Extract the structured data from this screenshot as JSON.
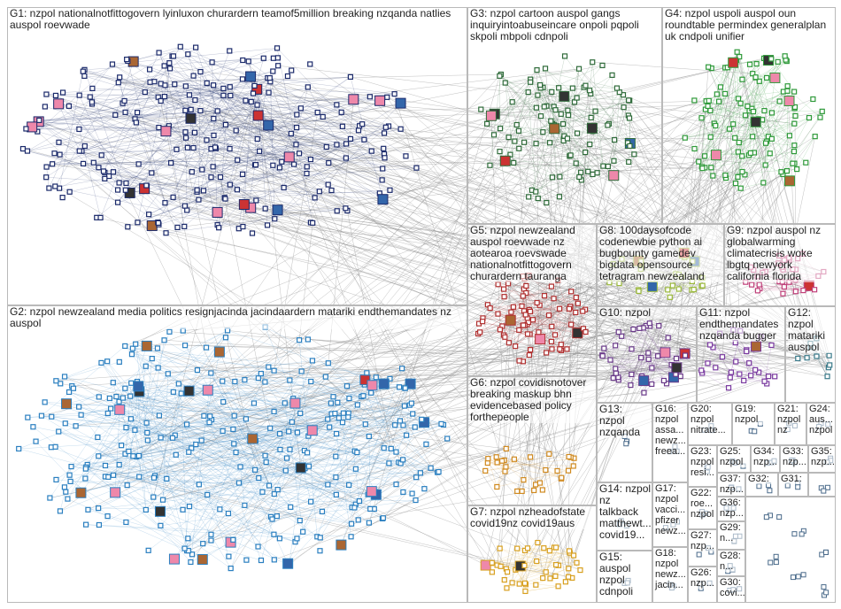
{
  "groups": [
    {
      "id": "G1",
      "label": "G1: nzpol nationalnotfittogovern lyinluxon churardern teamof5million breaking nzqanda natlies auspol roevwade",
      "color": "#1b2a6b"
    },
    {
      "id": "G2",
      "label": "G2: nzpol newzealand media politics resignjacinda jacindaardern matariki endthemandates nz auspol",
      "color": "#2a7fc0"
    },
    {
      "id": "G3",
      "label": "G3: nzpol cartoon auspol gangs inquiryintoabuseincare onpoli pqpoli skpoli mbpoli cdnpoli",
      "color": "#2f6b3a"
    },
    {
      "id": "G4",
      "label": "G4: nzpol uspoli auspol oun roundtable permindex generalplan uk cndpoli unifier",
      "color": "#2f9a3a"
    },
    {
      "id": "G5",
      "label": "G5: nzpol newzealand auspol roevwade nz aotearoa roevswade nationalnotfittogovern churardern tauranga",
      "color": "#b03030"
    },
    {
      "id": "G6",
      "label": "G6: nzpol covidisnotover breaking maskup bhn evidencebased policy forthepeople",
      "color": "#d08a20"
    },
    {
      "id": "G7",
      "label": "G7: nzpol nzheadofstate covid19nz covid19aus",
      "color": "#d8a020"
    },
    {
      "id": "G8",
      "label": "G8: 100daysofcode codenewbie python ai bugbounty gamedev bigdata opensource tetragram newzealand",
      "color": "#9ab83a"
    },
    {
      "id": "G9",
      "label": "G9: nzpol auspol nz globalwarming climatecrisis woke lbgtq newyork california florida",
      "color": "#c0407a"
    },
    {
      "id": "G10",
      "label": "G10: nzpol",
      "color": "#6a3a8a"
    },
    {
      "id": "G11",
      "label": "G11: nzpol endthemandates nzqanda bugger",
      "color": "#7a3aa0"
    },
    {
      "id": "G12",
      "label": "G12: nzpol matariki auspol",
      "color": "#3a7a8a"
    },
    {
      "id": "G13",
      "label": "G13: nzpol nzqanda",
      "color": "#555555"
    },
    {
      "id": "G14",
      "label": "G14: nzpol nz talkback matthewt... covid19...",
      "color": "#555555"
    },
    {
      "id": "G15",
      "label": "G15: auspol nzpol cdnpoli",
      "color": "#555555"
    },
    {
      "id": "G16",
      "label": "G16: nzpol assa... newz... freea...",
      "color": "#555555"
    },
    {
      "id": "G17",
      "label": "G17: nzpol vacci... pfizer newz...",
      "color": "#555555"
    },
    {
      "id": "G18",
      "label": "G18: nzpol newz... jacin...",
      "color": "#555555"
    },
    {
      "id": "G19",
      "label": "G19: nzpol",
      "color": "#555555"
    },
    {
      "id": "G20",
      "label": "G20: nzpol nitrate...",
      "color": "#555555"
    },
    {
      "id": "G21",
      "label": "G21: nzpol nz",
      "color": "#555555"
    },
    {
      "id": "G22",
      "label": "G22: roe... nzpol",
      "color": "#555555"
    },
    {
      "id": "G23",
      "label": "G23: nzpol resi...",
      "color": "#555555"
    },
    {
      "id": "G24",
      "label": "G24: aus... nzpol",
      "color": "#555555"
    },
    {
      "id": "G25",
      "label": "G25: nzpol",
      "color": "#555555"
    },
    {
      "id": "G26",
      "label": "G26: nzp...",
      "color": "#555555"
    },
    {
      "id": "G27",
      "label": "G27: nzp...",
      "color": "#555555"
    },
    {
      "id": "G28",
      "label": "G28: n...",
      "color": "#555555"
    },
    {
      "id": "G29",
      "label": "G29: n...",
      "color": "#555555"
    },
    {
      "id": "G30",
      "label": "G30: covi...",
      "color": "#555555"
    },
    {
      "id": "G31",
      "label": "G31:",
      "color": "#555555"
    },
    {
      "id": "G32",
      "label": "G32:",
      "color": "#555555"
    },
    {
      "id": "G33",
      "label": "G33: nzp...",
      "color": "#555555"
    },
    {
      "id": "G34",
      "label": "G34: nzp...",
      "color": "#555555"
    },
    {
      "id": "G35",
      "label": "G35: nzp...",
      "color": "#555555"
    },
    {
      "id": "G36",
      "label": "G36: nzp...",
      "color": "#555555"
    },
    {
      "id": "G37",
      "label": "G37: nzp...",
      "color": "#555555"
    }
  ]
}
